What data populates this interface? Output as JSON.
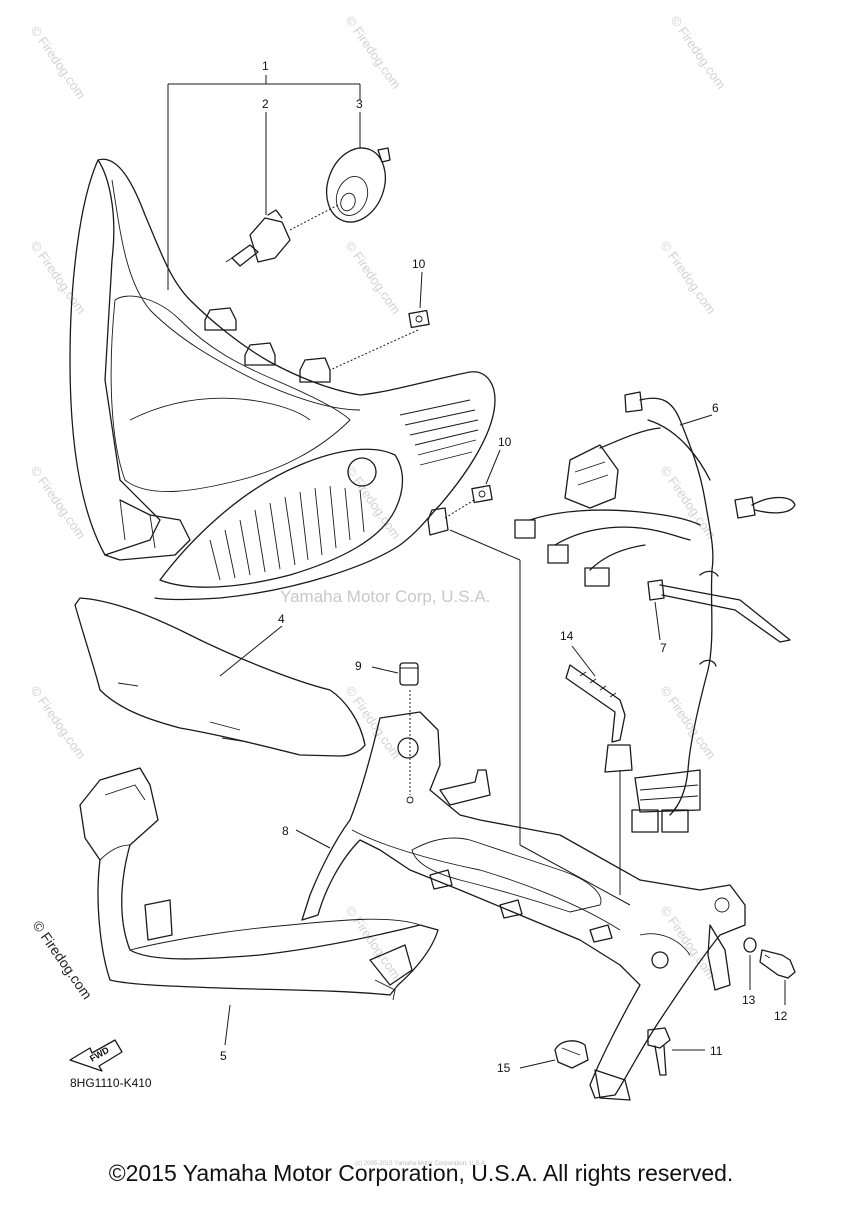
{
  "diagram": {
    "part_code": "8HG1110-K410",
    "fwd_label": "FWD",
    "side_watermark": "© Firedog.com",
    "center_watermark": "Yamaha Motor Corp, U.S.A.",
    "tile_watermark": "© Firedog.com",
    "callouts": {
      "c1": "1",
      "c2": "2",
      "c3": "3",
      "c4": "4",
      "c5": "5",
      "c6": "6",
      "c7": "7",
      "c8": "8",
      "c9": "9",
      "c10a": "10",
      "c10b": "10",
      "c11": "11",
      "c12": "12",
      "c13": "13",
      "c14": "14",
      "c15": "15"
    }
  },
  "footer": {
    "copyright": "©2015 Yamaha Motor Corporation, U.S.A. All rights reserved.",
    "tiny_text": "(c) 2005-2015 Yamaha Motor Corporation, U.S.A."
  }
}
